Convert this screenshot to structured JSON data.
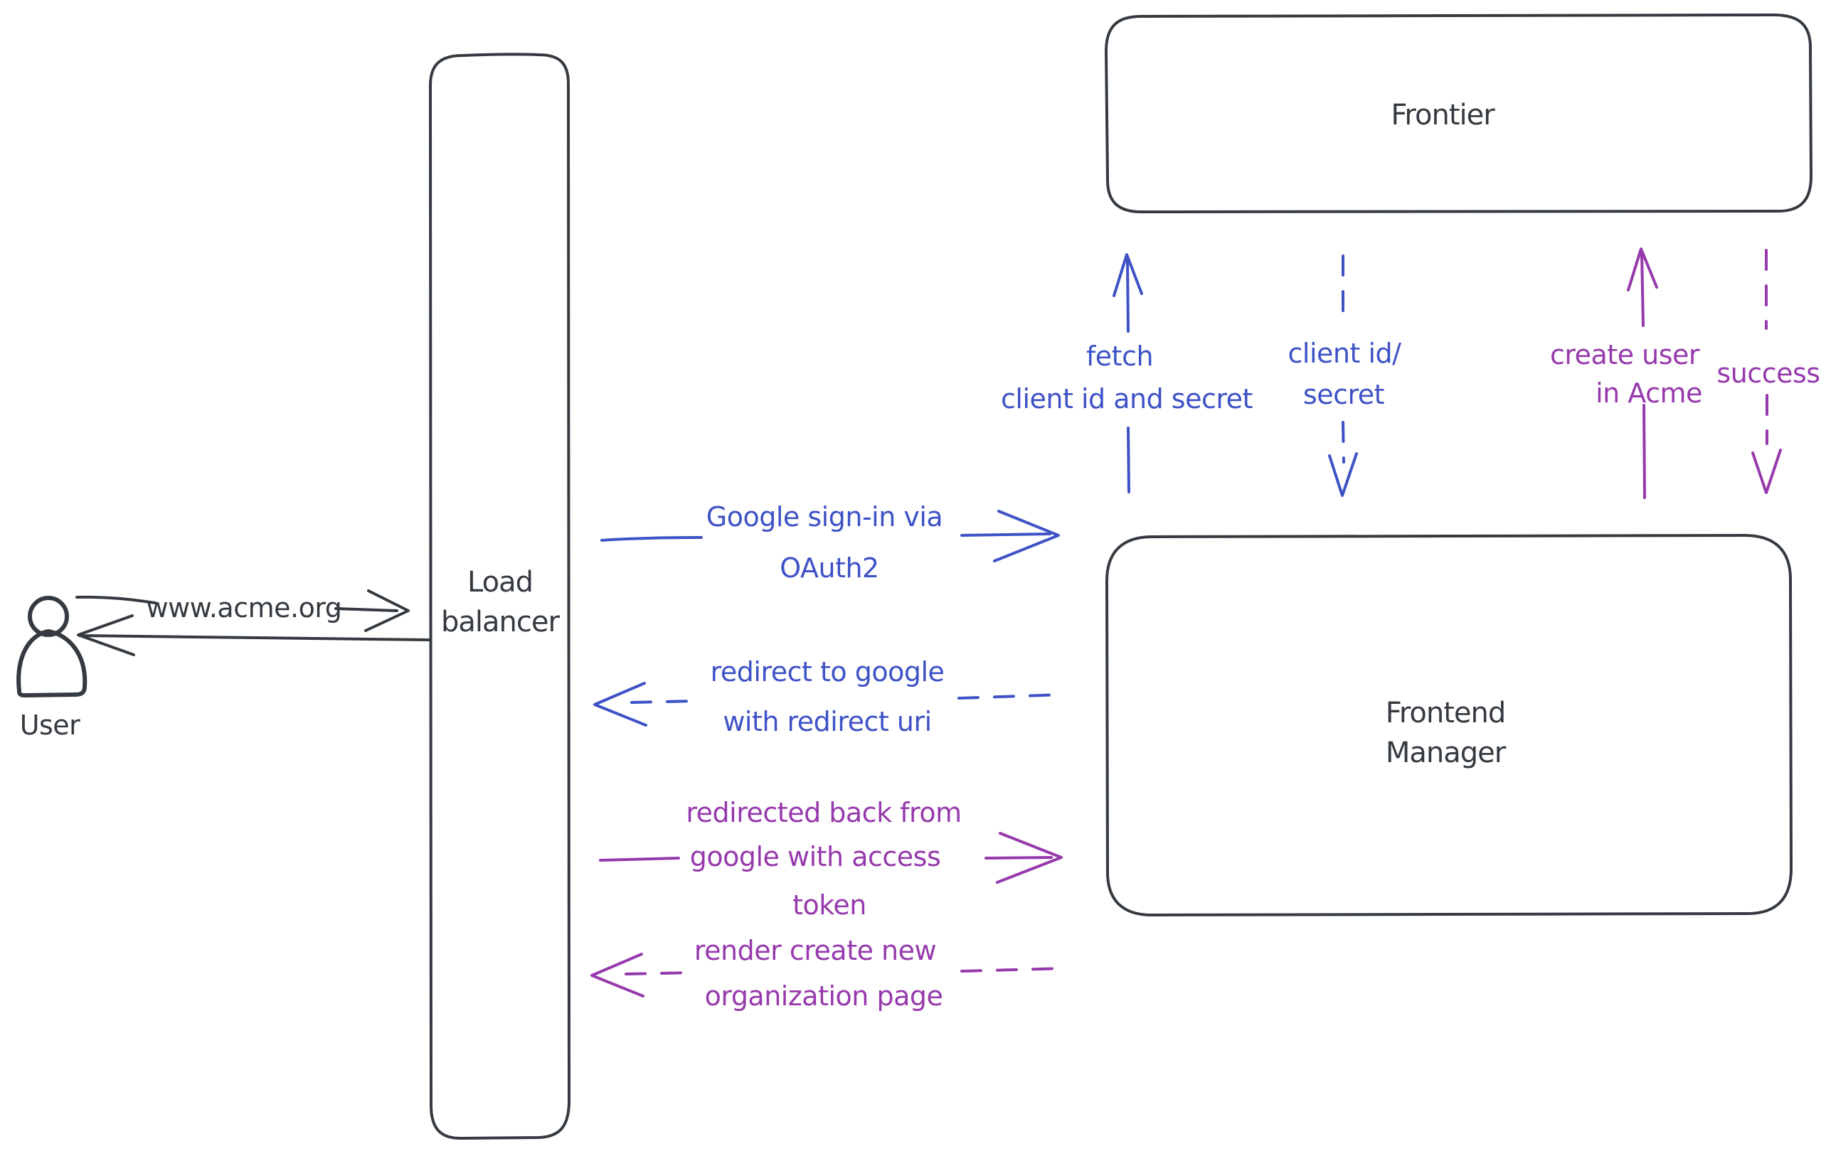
{
  "diagram": {
    "kind": "hand-drawn architecture / sequence sketch",
    "colors": {
      "ink": "#343a40",
      "blue": "#3e52c6",
      "purple": "#9639ac",
      "hatch_fill": "#cdd7e2",
      "background": "#ffffff"
    },
    "nodes": {
      "user": {
        "label": "User",
        "icon": "person-icon"
      },
      "load_balancer": {
        "line1": "Load",
        "line2": "balancer"
      },
      "frontier": {
        "label": "Frontier"
      },
      "frontend_manager": {
        "line1": "Frontend",
        "line2": "Manager"
      }
    },
    "edges": {
      "www_request": {
        "label": "www.acme.org",
        "from": "User",
        "to": "Load balancer",
        "style": "solid",
        "color": "ink"
      },
      "www_response": {
        "label": "",
        "from": "Load balancer",
        "to": "User",
        "style": "solid",
        "color": "ink"
      },
      "google_signin": {
        "line1": "Google sign-in via",
        "line2": "OAuth2",
        "from": "Load balancer",
        "to": "Frontend Manager",
        "style": "solid",
        "color": "blue"
      },
      "redirect_google": {
        "line1": "redirect to google",
        "line2": "with redirect uri",
        "from": "Frontend Manager",
        "to": "Load balancer",
        "style": "dashed",
        "color": "blue"
      },
      "fetch_client": {
        "line1": "fetch",
        "line2": "client id and secret",
        "from": "Frontend Manager",
        "to": "Frontier",
        "style": "solid",
        "color": "blue"
      },
      "client_id_secret": {
        "line1": "client id/",
        "line2": "secret",
        "from": "Frontier",
        "to": "Frontend Manager",
        "style": "dashed",
        "color": "blue"
      },
      "create_user": {
        "line1": "create user",
        "line2": "in Acme",
        "from": "Frontend Manager",
        "to": "Frontier",
        "style": "solid",
        "color": "purple"
      },
      "success": {
        "label": "success",
        "from": "Frontier",
        "to": "Frontend Manager",
        "style": "dashed",
        "color": "purple"
      },
      "redirected_back": {
        "line1": "redirected back from",
        "line2": "google with access",
        "line3": "token",
        "from": "Load balancer",
        "to": "Frontend Manager",
        "style": "solid",
        "color": "purple"
      },
      "render_page": {
        "line1": "render create new",
        "line2": "organization page",
        "from": "Frontend Manager",
        "to": "Load balancer",
        "style": "dashed",
        "color": "purple"
      }
    }
  }
}
